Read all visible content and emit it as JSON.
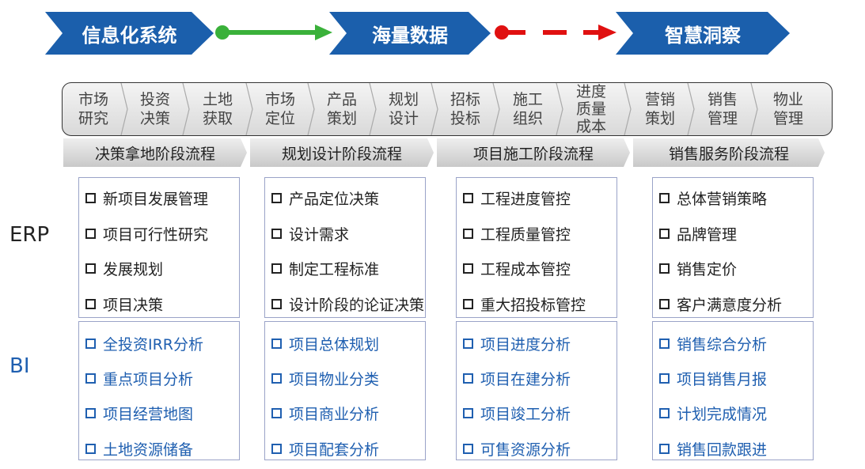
{
  "stages": [
    {
      "label": "信息化系统"
    },
    {
      "label": "海量数据"
    },
    {
      "label": "智慧洞察"
    }
  ],
  "colors": {
    "banner": "#1b5fac",
    "green_arrow": "#3ab13a",
    "red_arrow": "#e01010",
    "bi_text": "#1f5fb0",
    "box_border": "#9aa3c8"
  },
  "steps": [
    {
      "line1": "市场",
      "line2": "研究"
    },
    {
      "line1": "投资",
      "line2": "决策"
    },
    {
      "line1": "土地",
      "line2": "获取"
    },
    {
      "line1": "市场",
      "line2": "定位"
    },
    {
      "line1": "产品",
      "line2": "策划"
    },
    {
      "line1": "规划",
      "line2": "设计"
    },
    {
      "line1": "招标",
      "line2": "投标"
    },
    {
      "line1": "施工",
      "line2": "组织"
    },
    {
      "line1": "进度",
      "line2": "质量",
      "line3": "成本"
    },
    {
      "line1": "营销",
      "line2": "策划"
    },
    {
      "line1": "销售",
      "line2": "管理"
    },
    {
      "line1": "物业",
      "line2": "管理"
    }
  ],
  "phases": [
    {
      "label": "决策拿地阶段流程"
    },
    {
      "label": "规划设计阶段流程"
    },
    {
      "label": "项目施工阶段流程"
    },
    {
      "label": "销售服务阶段流程"
    }
  ],
  "row_labels": {
    "erp": "ERP",
    "bi": "BI"
  },
  "erp": [
    {
      "items": [
        "新项目发展管理",
        "项目可行性研究",
        "发展规划",
        "项目决策"
      ]
    },
    {
      "items": [
        "产品定位决策",
        "设计需求",
        "制定工程标准",
        "设计阶段的论证决策"
      ]
    },
    {
      "items": [
        "工程进度管控",
        "工程质量管控",
        "工程成本管控",
        "重大招投标管控"
      ]
    },
    {
      "items": [
        "总体营销策略",
        "品牌管理",
        "销售定价",
        "客户满意度分析"
      ]
    }
  ],
  "bi": [
    {
      "items": [
        "全投资IRR分析",
        "重点项目分析",
        "项目经营地图",
        "土地资源储备"
      ]
    },
    {
      "items": [
        "项目总体规划",
        "项目物业分类",
        "项目商业分析",
        "项目配套分析"
      ]
    },
    {
      "items": [
        "项目进度分析",
        "项目在建分析",
        "项目竣工分析",
        "可售资源分析"
      ]
    },
    {
      "items": [
        "销售综合分析",
        "项目销售月报",
        "计划完成情况",
        "销售回款跟进"
      ]
    }
  ]
}
